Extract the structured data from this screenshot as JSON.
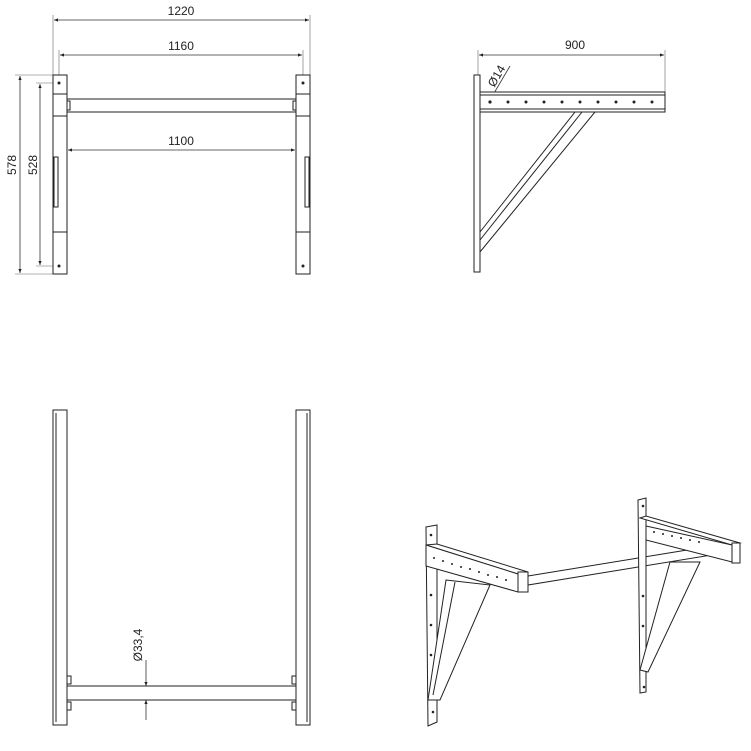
{
  "drawing": {
    "front_view": {
      "overall_width": "1220",
      "hole_spacing_width": "1160",
      "inner_width": "1100",
      "overall_height": "578",
      "hole_spacing_height": "528"
    },
    "side_view": {
      "arm_length": "900",
      "hole_diameter": "Ø14"
    },
    "top_view": {
      "bar_diameter": "Ø33,4"
    },
    "colors": {
      "line": "#222222",
      "background": "#ffffff"
    }
  }
}
